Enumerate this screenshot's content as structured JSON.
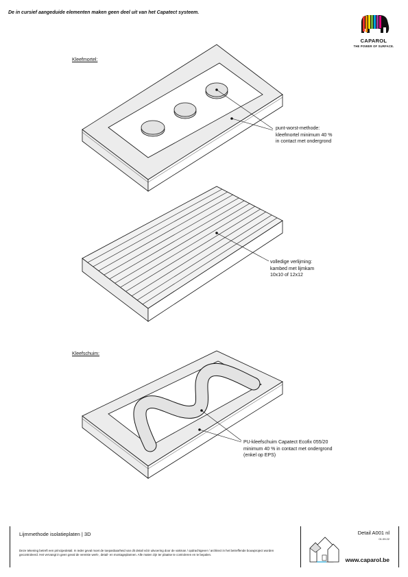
{
  "header": {
    "disclaimer": "De in cursief aangeduide elementen maken geen deel uit van het Capatect systeem.",
    "logo": {
      "brand": "CAPAROL",
      "slogan": "THE POWER OF SURFACE.",
      "icon": "elephant-logo-icon"
    }
  },
  "sections": [
    {
      "label": "Kleefmortel:",
      "callout": [
        "punt-worst-methode:",
        "kleefmortel minimum 40 %",
        "in contact met ondergrond"
      ]
    },
    {
      "label": "",
      "callout": [
        "volledige verlijming:",
        "kambed met lijmkam",
        "10x10 of 12x12"
      ]
    },
    {
      "label": "Kleefschuim:",
      "callout": [
        "PU-kleefschuim Capatect Ecofix 055/20",
        "minimum 40 %  in contact met ondergrond",
        "(enkel op EPS)"
      ]
    }
  ],
  "footer": {
    "title": "Lijmmethode isolatieplaten  |  3D",
    "description": "Deze tekening betreft een principedetail. In ieder geval moet de toepasbaarheid van dit detail vóór uitvoering door de vakman / opdrachtgever / architect in het betreffende bouwproject worden gecontroleerd. Het vervangt in geen geval de vereiste werk-, detail- en montageplannen. Alle maten zijn ter plaatse te controleren en te bepalen.",
    "detail_code": "Detail A001 nl",
    "date": "01.09.22",
    "website": "www.caparol.be",
    "house_icon": "house-icon"
  }
}
